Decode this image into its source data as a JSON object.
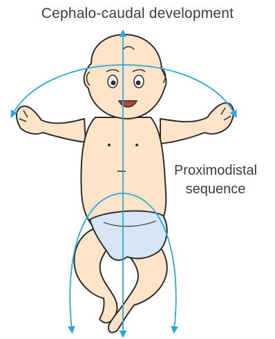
{
  "title": "Cephalo-caudal development",
  "side_label": {
    "line1": "Proximodistal",
    "line2": "sequence"
  },
  "colors": {
    "arrow": "#2aa7dc",
    "skin": "#fde3c8",
    "outline": "#2d2d2d",
    "diaper": "#d6e6f5"
  }
}
